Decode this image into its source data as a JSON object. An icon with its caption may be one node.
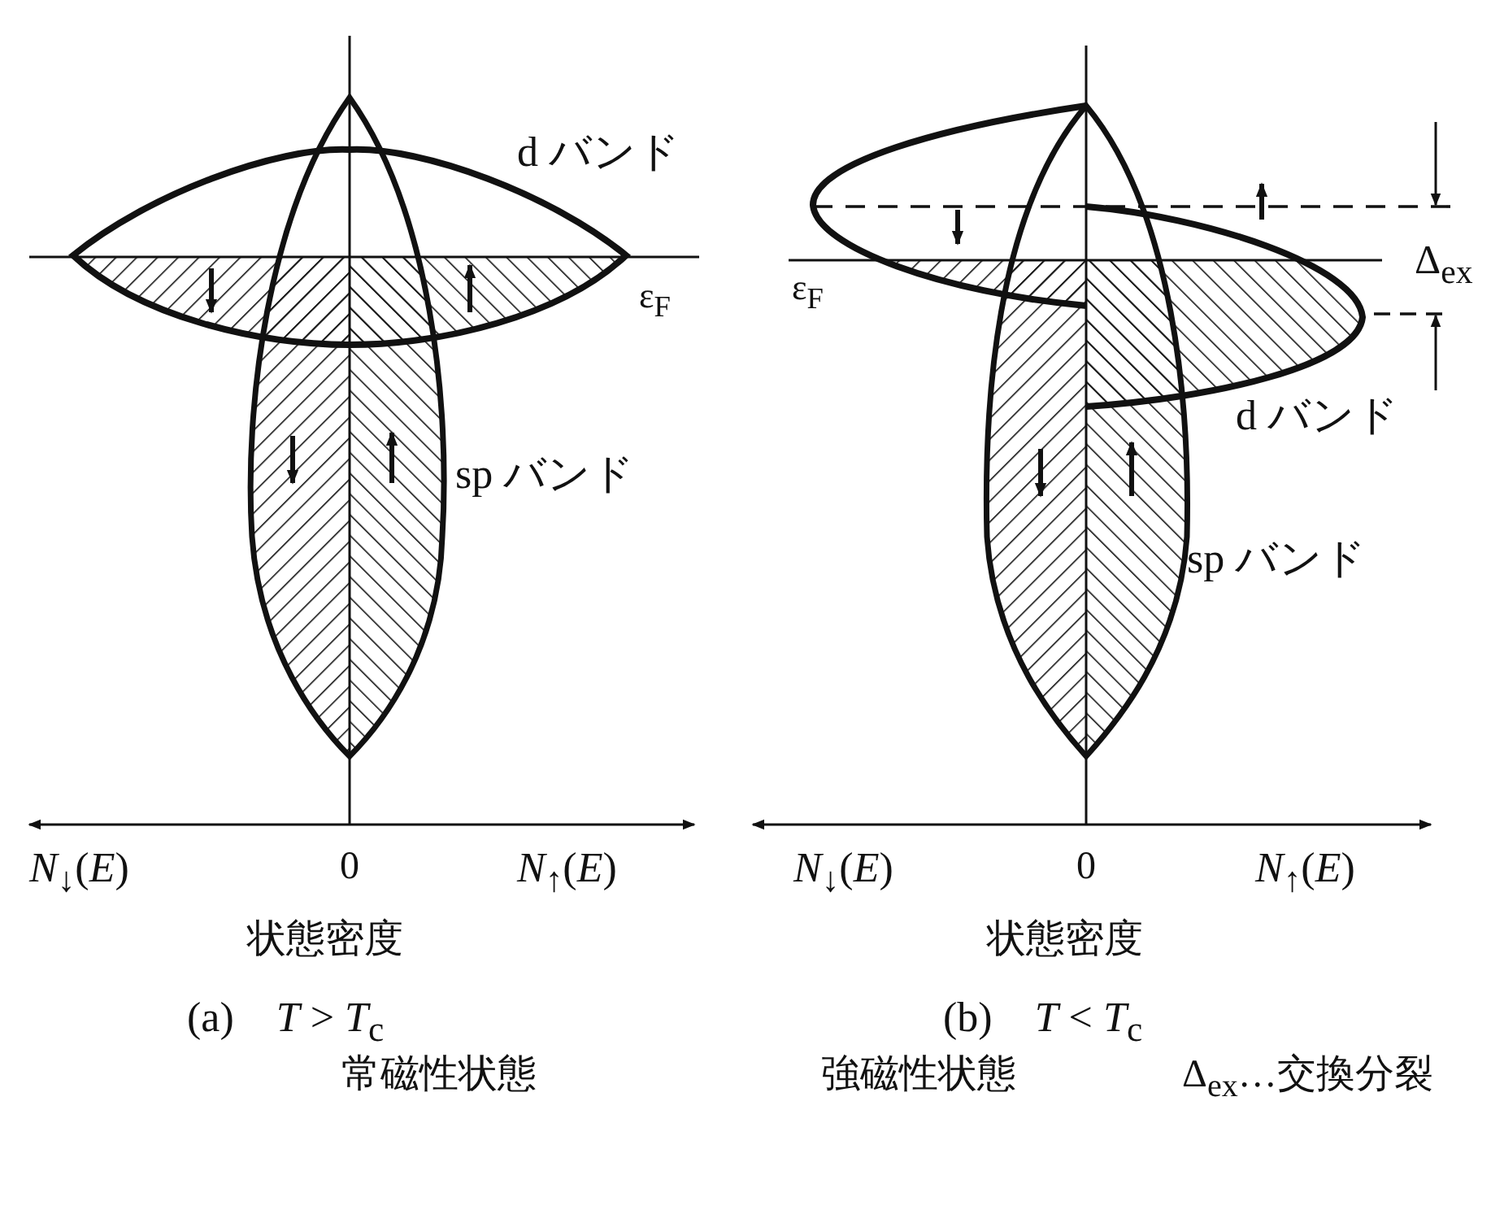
{
  "diagram": {
    "labels": [
      "d バンド",
      "ε$_{F}$",
      "sp バンド",
      "*N*$_{↓}$(*E*)",
      "0",
      "*N*$_{↑}$(*E*)",
      "状態密度",
      "(a)　*T* > *T*$_{c}$",
      "常磁性状態",
      "Δ$_{ex}$",
      "ε$_{F}$",
      "d バンド",
      "sp バンド",
      "*N*$_{↓}$(*E*)",
      "0",
      "*N*$_{↑}$(*E*)",
      "状態密度",
      "(b)　*T* < *T*$_{c}$",
      "強磁性状態",
      "Δ$_{ex}$…交換分裂"
    ]
  }
}
